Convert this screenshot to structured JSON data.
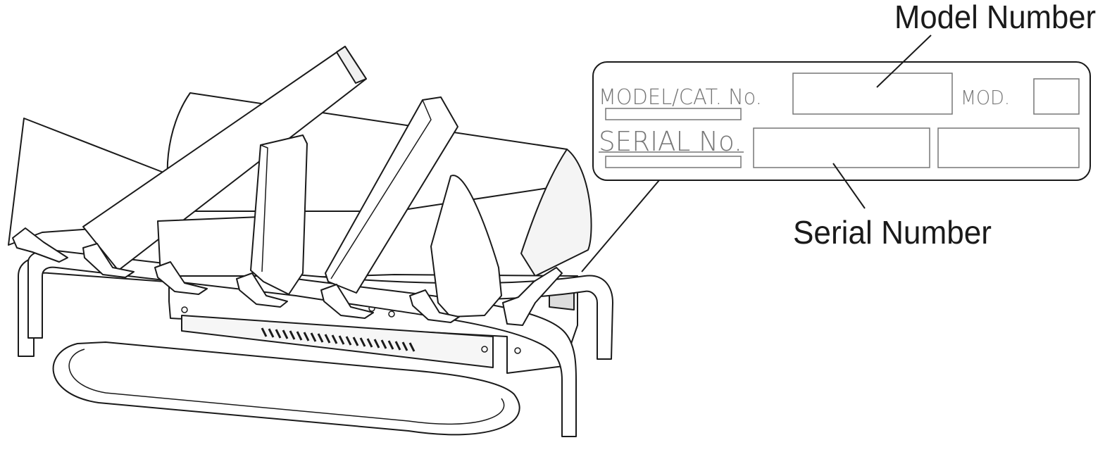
{
  "callouts": {
    "model_number": "Model Number",
    "serial_number": "Serial Number"
  },
  "rating_plate": {
    "model_cat_label": "MODEL/CAT. No.",
    "mod_label": "MOD.",
    "serial_label": "SERIAL No."
  },
  "colors": {
    "line": "#1a1a1a",
    "fill": "#ffffff",
    "shade": "#e6e6e6",
    "plate_text": "#777777"
  }
}
